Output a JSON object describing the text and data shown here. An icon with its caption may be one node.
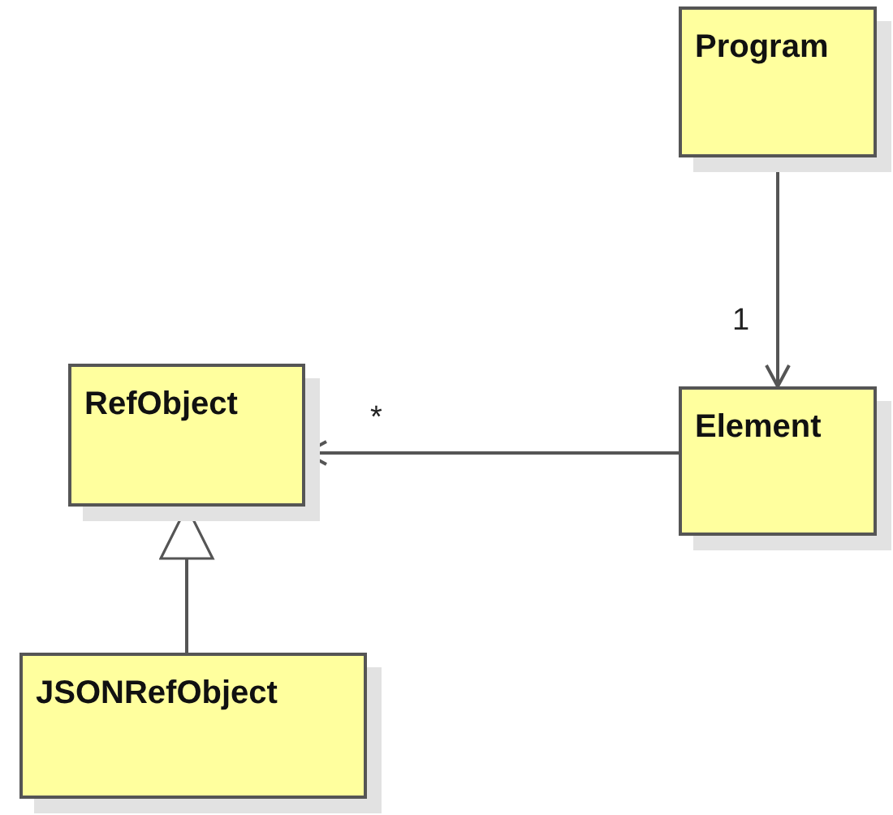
{
  "diagram": {
    "nodes": [
      {
        "text": [
          "Program"
        ]
      },
      {
        "text": [
          "Element"
        ]
      },
      {
        "text": [
          "RefObject"
        ]
      },
      {
        "text": [
          "JSONRefObject"
        ]
      }
    ],
    "edges": [
      {
        "from": 0,
        "to": 1,
        "arrow": "to",
        "label": "1"
      },
      {
        "from": 1,
        "to": 2,
        "arrow": "to",
        "label": "*"
      },
      {
        "from": 3,
        "to": 2,
        "arrow": "to"
      }
    ]
  }
}
